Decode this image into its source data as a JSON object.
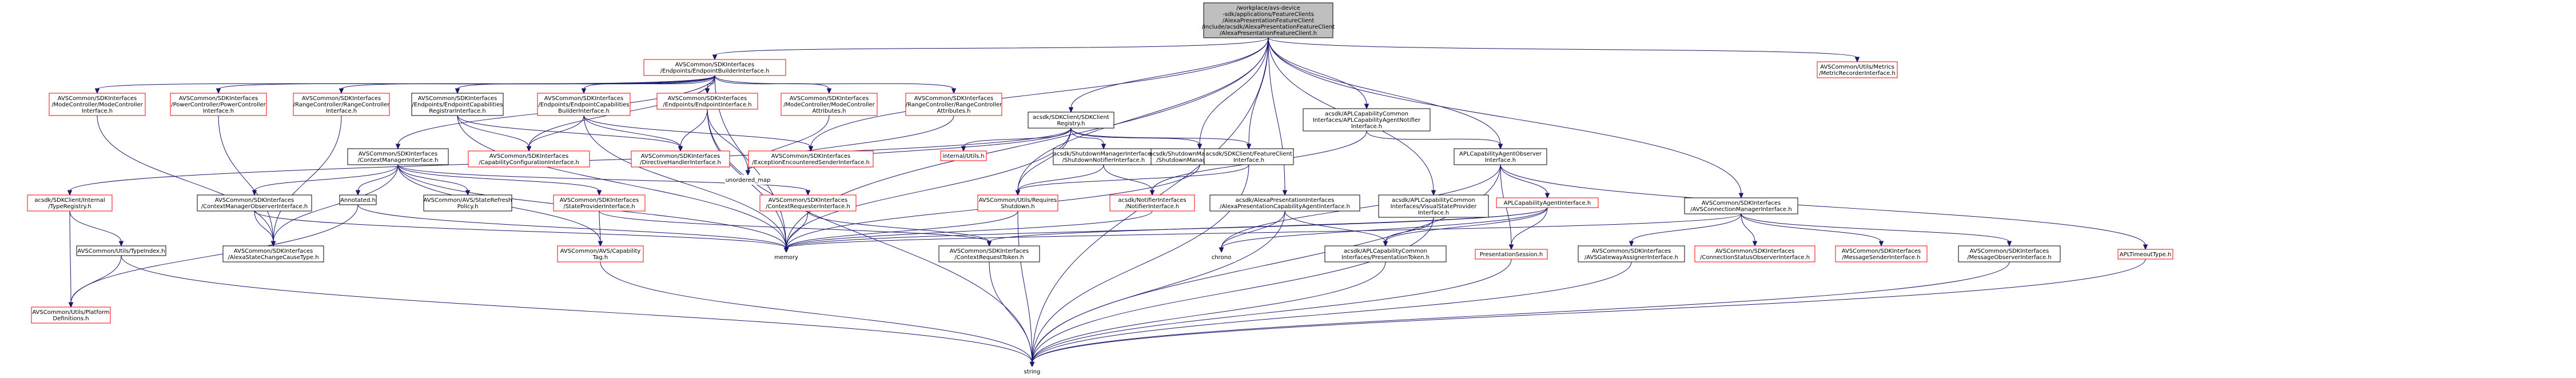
{
  "colors": {
    "root_fill": "#bfbfbf",
    "node_fill": "#ffffff",
    "normal_border": "#000000",
    "missing_border": "#ff0000",
    "edge": "#191970"
  },
  "nodes": [
    {
      "id": "root",
      "lines": [
        "/workplace/avs-device",
        "-sdk/applications/FeatureClients",
        "/AlexaPresentationFeatureClient",
        "/include/acsdk/AlexaPresentationFeatureClient",
        "/AlexaPresentationFeatureClient.h"
      ],
      "style": "root"
    },
    {
      "id": "ebi",
      "lines": [
        "AVSCommon/SDKInterfaces",
        "/Endpoints/EndpointBuilderInterface.h"
      ],
      "style": "missing"
    },
    {
      "id": "metric",
      "lines": [
        "AVSCommon/Utils/Metrics",
        "/MetricRecorderInterface.h"
      ],
      "style": "missing"
    },
    {
      "id": "mode1",
      "lines": [
        "AVSCommon/SDKInterfaces",
        "/ModeController/ModeController",
        "Interface.h"
      ],
      "style": "missing"
    },
    {
      "id": "power",
      "lines": [
        "AVSCommon/SDKInterfaces",
        "/PowerController/PowerController",
        "Interface.h"
      ],
      "style": "missing"
    },
    {
      "id": "range1",
      "lines": [
        "AVSCommon/SDKInterfaces",
        "/RangeController/RangeController",
        "Interface.h"
      ],
      "style": "missing"
    },
    {
      "id": "epcapreg",
      "lines": [
        "AVSCommon/SDKInterfaces",
        "/Endpoints/EndpointCapabilities",
        "RegistrarInterface.h"
      ],
      "style": "normal"
    },
    {
      "id": "epcapbuild",
      "lines": [
        "AVSCommon/SDKInterfaces",
        "/Endpoints/EndpointCapabilities",
        "BuilderInterface.h"
      ],
      "style": "missing"
    },
    {
      "id": "epint",
      "lines": [
        "AVSCommon/SDKInterfaces",
        "/Endpoints/EndpointInterface.h"
      ],
      "style": "missing"
    },
    {
      "id": "modeattr",
      "lines": [
        "AVSCommon/SDKInterfaces",
        "/ModeController/ModeController",
        "Attributes.h"
      ],
      "style": "missing"
    },
    {
      "id": "rangeattr",
      "lines": [
        "AVSCommon/SDKInterfaces",
        "/RangeController/RangeController",
        "Attributes.h"
      ],
      "style": "missing"
    },
    {
      "id": "sdkreg",
      "lines": [
        "acsdk/SDKClient/SDKClient",
        "Registry.h"
      ],
      "style": "normal"
    },
    {
      "id": "aplnotifier",
      "lines": [
        "acsdk/APLCapabilityCommon",
        "Interfaces/APLCapabilityAgentNotifier",
        "Interface.h"
      ],
      "style": "normal"
    },
    {
      "id": "ctxmgr",
      "lines": [
        "AVSCommon/SDKInterfaces",
        "/ContextManagerInterface.h"
      ],
      "style": "normal"
    },
    {
      "id": "capconf",
      "lines": [
        "AVSCommon/SDKInterfaces",
        "/CapabilityConfigurationInterface.h"
      ],
      "style": "missing"
    },
    {
      "id": "directive",
      "lines": [
        "AVSCommon/SDKInterfaces",
        "/DirectiveHandlerInterface.h"
      ],
      "style": "missing"
    },
    {
      "id": "exception",
      "lines": [
        "AVSCommon/SDKInterfaces",
        "/ExceptionEncounteredSenderInterface.h"
      ],
      "style": "missing"
    },
    {
      "id": "internal",
      "lines": [
        "internal/Utils.h"
      ],
      "style": "missing"
    },
    {
      "id": "shutdownnotif",
      "lines": [
        "acsdk/ShutdownManagerInterfaces",
        "/ShutdownNotifierInterface.h"
      ],
      "style": "normal"
    },
    {
      "id": "shutdownmgr",
      "lines": [
        "acsdk/ShutdownManagerInterfaces",
        "/ShutdownManagerInterface.h"
      ],
      "style": "normal"
    },
    {
      "id": "featclient",
      "lines": [
        "acsdk/SDKClient/FeatureClient",
        "Interface.h"
      ],
      "style": "normal"
    },
    {
      "id": "aplobs",
      "lines": [
        "APLCapabilityAgentObserver",
        "Interface.h"
      ],
      "style": "normal"
    },
    {
      "id": "unordered",
      "lines": [
        "unordered_map"
      ],
      "style": "plain"
    },
    {
      "id": "typereg",
      "lines": [
        "acsdk/SDKClient/Internal",
        "/TypeRegistry.h"
      ],
      "style": "missing"
    },
    {
      "id": "ctxmgrobs",
      "lines": [
        "AVSCommon/SDKInterfaces",
        "/ContextManagerObserverInterface.h"
      ],
      "style": "normal"
    },
    {
      "id": "annotated",
      "lines": [
        "Annotated.h"
      ],
      "style": "normal"
    },
    {
      "id": "stateref",
      "lines": [
        "AVSCommon/AVS/StateRefresh",
        "Policy.h"
      ],
      "style": "normal"
    },
    {
      "id": "stateprov",
      "lines": [
        "AVSCommon/SDKInterfaces",
        "/StateProviderInterface.h"
      ],
      "style": "missing"
    },
    {
      "id": "ctxreq",
      "lines": [
        "AVSCommon/SDKInterfaces",
        "/ContextRequesterInterface.h"
      ],
      "style": "missing"
    },
    {
      "id": "reqshut",
      "lines": [
        "AVSCommon/Utils/Requires",
        "Shutdown.h"
      ],
      "style": "missing"
    },
    {
      "id": "notifier",
      "lines": [
        "acsdk/NotifierInterfaces",
        "/NotifierInterface.h"
      ],
      "style": "missing"
    },
    {
      "id": "alexapres",
      "lines": [
        "acsdk/AlexaPresentationInterfaces",
        "/AlexaPresentationCapabilityAgentInterface.h"
      ],
      "style": "normal"
    },
    {
      "id": "visualprov",
      "lines": [
        "acsdk/APLCapabilityCommon",
        "Interfaces/VisualStateProvider",
        "Interface.h"
      ],
      "style": "normal"
    },
    {
      "id": "aplcapint",
      "lines": [
        "APLCapabilityAgentInterface.h"
      ],
      "style": "missing"
    },
    {
      "id": "avsconn",
      "lines": [
        "AVSCommon/SDKInterfaces",
        "/AVSConnectionManagerInterface.h"
      ],
      "style": "normal"
    },
    {
      "id": "typeindex",
      "lines": [
        "AVSCommon/Utils/TypeIndex.h"
      ],
      "style": "normal"
    },
    {
      "id": "alexastate",
      "lines": [
        "AVSCommon/SDKInterfaces",
        "/AlexaStateChangeCauseType.h"
      ],
      "style": "normal"
    },
    {
      "id": "captag",
      "lines": [
        "AVSCommon/AVS/Capability",
        "Tag.h"
      ],
      "style": "missing"
    },
    {
      "id": "memory",
      "lines": [
        "memory"
      ],
      "style": "plain"
    },
    {
      "id": "ctxreqtoken",
      "lines": [
        "AVSCommon/SDKInterfaces",
        "/ContextRequestToken.h"
      ],
      "style": "normal"
    },
    {
      "id": "chrono",
      "lines": [
        "chrono"
      ],
      "style": "plain"
    },
    {
      "id": "prestoken",
      "lines": [
        "acsdk/APLCapabilityCommon",
        "Interfaces/PresentationToken.h"
      ],
      "style": "normal"
    },
    {
      "id": "pressession",
      "lines": [
        "PresentationSession.h"
      ],
      "style": "missing"
    },
    {
      "id": "gateway",
      "lines": [
        "AVSCommon/SDKInterfaces",
        "/AVSGatewayAssignerInterface.h"
      ],
      "style": "normal"
    },
    {
      "id": "connobs",
      "lines": [
        "AVSCommon/SDKInterfaces",
        "/ConnectionStatusObserverInterface.h"
      ],
      "style": "missing"
    },
    {
      "id": "msgsender",
      "lines": [
        "AVSCommon/SDKInterfaces",
        "/MessageSenderInterface.h"
      ],
      "style": "missing"
    },
    {
      "id": "msgobs",
      "lines": [
        "AVSCommon/SDKInterfaces",
        "/MessageObserverInterface.h"
      ],
      "style": "normal"
    },
    {
      "id": "apltimeout",
      "lines": [
        "APLTimeoutType.h"
      ],
      "style": "missing"
    },
    {
      "id": "platform",
      "lines": [
        "AVSCommon/Utils/Platform",
        "Definitions.h"
      ],
      "style": "missing"
    },
    {
      "id": "string",
      "lines": [
        "string"
      ],
      "style": "plain"
    }
  ],
  "edges": [
    [
      "root",
      "ebi"
    ],
    [
      "root",
      "metric"
    ],
    [
      "root",
      "sdkreg"
    ],
    [
      "root",
      "aplnotifier"
    ],
    [
      "root",
      "aplobs"
    ],
    [
      "root",
      "shutdownmgr"
    ],
    [
      "root",
      "featclient"
    ],
    [
      "root",
      "alexapres"
    ],
    [
      "root",
      "visualprov"
    ],
    [
      "root",
      "avsconn"
    ],
    [
      "root",
      "exception"
    ],
    [
      "root",
      "memory"
    ],
    [
      "root",
      "string"
    ],
    [
      "root",
      "reqshut"
    ],
    [
      "ebi",
      "mode1"
    ],
    [
      "ebi",
      "power"
    ],
    [
      "ebi",
      "range1"
    ],
    [
      "ebi",
      "epcapreg"
    ],
    [
      "ebi",
      "epcapbuild"
    ],
    [
      "ebi",
      "epint"
    ],
    [
      "ebi",
      "modeattr"
    ],
    [
      "ebi",
      "rangeattr"
    ],
    [
      "ebi",
      "memory"
    ],
    [
      "ebi",
      "ctxmgr"
    ],
    [
      "ebi",
      "capconf"
    ],
    [
      "mode1",
      "alexastate"
    ],
    [
      "power",
      "alexastate"
    ],
    [
      "range1",
      "alexastate"
    ],
    [
      "epcapreg",
      "capconf"
    ],
    [
      "epcapreg",
      "directive"
    ],
    [
      "epcapreg",
      "memory"
    ],
    [
      "epcapbuild",
      "capconf"
    ],
    [
      "epcapbuild",
      "directive"
    ],
    [
      "epcapbuild",
      "exception"
    ],
    [
      "epcapbuild",
      "memory"
    ],
    [
      "epint",
      "directive"
    ],
    [
      "epint",
      "unordered"
    ],
    [
      "epint",
      "memory"
    ],
    [
      "epint",
      "string"
    ],
    [
      "modeattr",
      "unordered"
    ],
    [
      "rangeattr",
      "unordered"
    ],
    [
      "sdkreg",
      "internal"
    ],
    [
      "sdkreg",
      "shutdownnotif"
    ],
    [
      "sdkreg",
      "shutdownmgr"
    ],
    [
      "sdkreg",
      "featclient"
    ],
    [
      "sdkreg",
      "typereg"
    ],
    [
      "sdkreg",
      "reqshut"
    ],
    [
      "sdkreg",
      "memory"
    ],
    [
      "sdkreg",
      "unordered"
    ],
    [
      "aplnotifier",
      "aplobs"
    ],
    [
      "aplnotifier",
      "notifier"
    ],
    [
      "ctxmgr",
      "ctxmgrobs"
    ],
    [
      "ctxmgr",
      "annotated"
    ],
    [
      "ctxmgr",
      "stateref"
    ],
    [
      "ctxmgr",
      "stateprov"
    ],
    [
      "ctxmgr",
      "ctxreq"
    ],
    [
      "ctxmgr",
      "alexastate"
    ],
    [
      "ctxmgr",
      "memory"
    ],
    [
      "ctxmgr",
      "captag"
    ],
    [
      "shutdownnotif",
      "reqshut"
    ],
    [
      "shutdownnotif",
      "notifier"
    ],
    [
      "shutdownmgr",
      "memory"
    ],
    [
      "featclient",
      "reqshut"
    ],
    [
      "featclient",
      "string"
    ],
    [
      "aplobs",
      "aplcapint"
    ],
    [
      "aplobs",
      "chrono"
    ],
    [
      "aplobs",
      "string"
    ],
    [
      "aplobs",
      "apltimeout"
    ],
    [
      "aplobs",
      "pressession"
    ],
    [
      "typereg",
      "typeindex"
    ],
    [
      "typereg",
      "platform"
    ],
    [
      "ctxmgrobs",
      "alexastate"
    ],
    [
      "ctxmgrobs",
      "memory"
    ],
    [
      "annotated",
      "platform"
    ],
    [
      "annotated",
      "memory"
    ],
    [
      "stateprov",
      "captag"
    ],
    [
      "stateprov",
      "ctxreqtoken"
    ],
    [
      "ctxreq",
      "ctxreqtoken"
    ],
    [
      "ctxreq",
      "memory"
    ],
    [
      "reqshut",
      "memory"
    ],
    [
      "reqshut",
      "string"
    ],
    [
      "notifier",
      "memory"
    ],
    [
      "alexapres",
      "prestoken"
    ],
    [
      "alexapres",
      "chrono"
    ],
    [
      "alexapres",
      "string"
    ],
    [
      "visualprov",
      "prestoken"
    ],
    [
      "visualprov",
      "string"
    ],
    [
      "aplcapint",
      "ctxreqtoken"
    ],
    [
      "aplcapint",
      "prestoken"
    ],
    [
      "aplcapint",
      "pressession"
    ],
    [
      "aplcapint",
      "chrono"
    ],
    [
      "aplcapint",
      "memory"
    ],
    [
      "avsconn",
      "gateway"
    ],
    [
      "avsconn",
      "connobs"
    ],
    [
      "avsconn",
      "msgsender"
    ],
    [
      "avsconn",
      "msgobs"
    ],
    [
      "avsconn",
      "memory"
    ],
    [
      "typeindex",
      "platform"
    ],
    [
      "typeindex",
      "string"
    ],
    [
      "captag",
      "string"
    ],
    [
      "ctxreqtoken",
      "string"
    ],
    [
      "prestoken",
      "string"
    ],
    [
      "pressession",
      "string"
    ],
    [
      "gateway",
      "string"
    ],
    [
      "msgobs",
      "string"
    ],
    [
      "apltimeout",
      "string"
    ]
  ]
}
